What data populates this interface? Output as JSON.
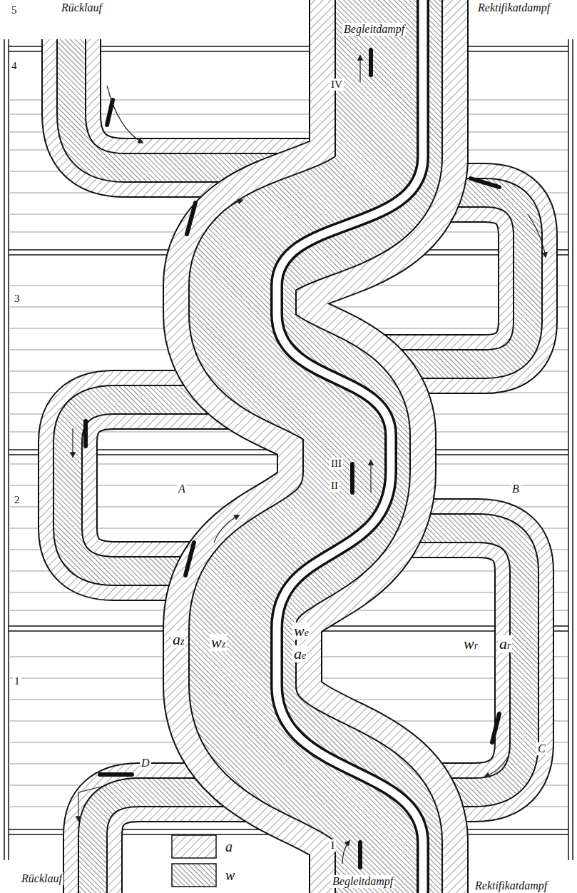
{
  "diagram": {
    "labels": [
      "5",
      "4",
      "3",
      "2",
      "1",
      "Rücklauf",
      "Rücklauf",
      "Begleitdampf",
      "Begleitdampf",
      "Rektifikatdampf",
      "Rektifikatdampf",
      "IV",
      "III",
      "II",
      "I",
      "A",
      "B",
      "C",
      "D",
      "az",
      "wz",
      "we",
      "ae",
      "wr",
      "ar"
    ],
    "legend": [
      {
        "text": "a"
      },
      {
        "text": "w"
      }
    ]
  }
}
